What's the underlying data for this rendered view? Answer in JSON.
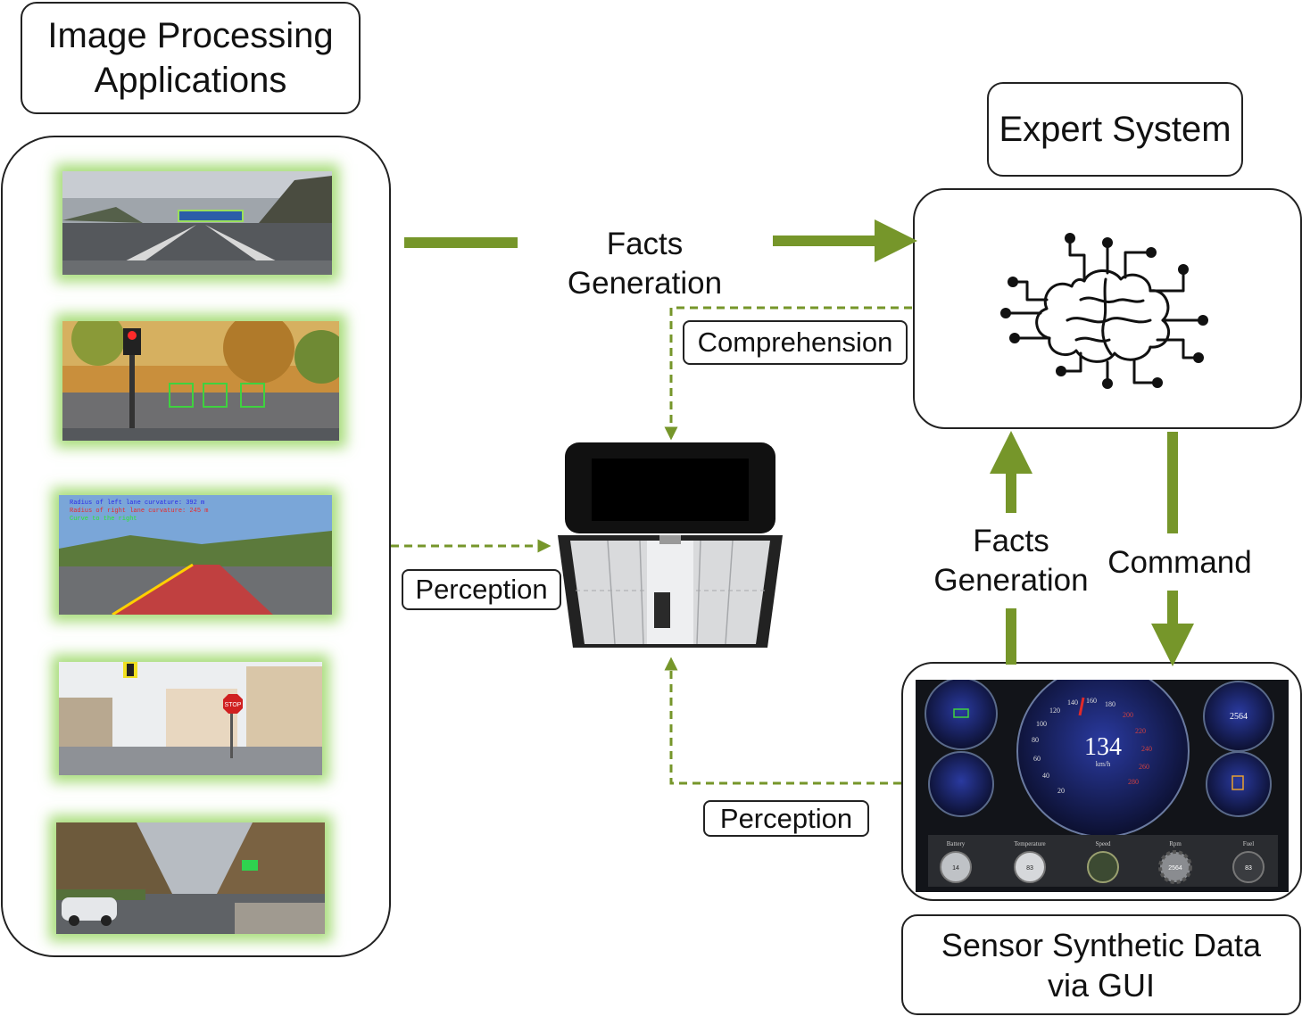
{
  "image_processing": {
    "title_line1": "Image Processing",
    "title_line2": "Applications"
  },
  "expert_system": {
    "title": "Expert System"
  },
  "sensor": {
    "title_line1": "Sensor Synthetic Data",
    "title_line2": "via GUI"
  },
  "edges": {
    "facts_generation_top": "Facts Generation",
    "comprehension": "Comprehension",
    "perception_left": "Perception",
    "perception_bottom": "Perception",
    "facts_generation_right_line1": "Facts",
    "facts_generation_right_line2": "Generation",
    "command": "Command"
  },
  "dashboard": {
    "speed_value": "134",
    "speed_unit": "km/h",
    "speed_ticks": [
      "20",
      "40",
      "60",
      "80",
      "100",
      "120",
      "140",
      "160",
      "180",
      "200",
      "220",
      "240",
      "260",
      "280"
    ],
    "rpm_value": "2564",
    "bottom_labels": [
      "Battery",
      "Temperature",
      "Speed",
      "Rpm",
      "Fuel"
    ],
    "bottom_values": [
      "14",
      "83",
      "",
      "2564",
      "83"
    ]
  },
  "scene_texts": {
    "lane_line1": "Radius of left lane curvature: 392 m",
    "lane_line2": "Radius of right lane curvature: 245 m",
    "lane_line3": "Curve to the right",
    "stop_sign": "STOP"
  },
  "colors": {
    "arrow_green": "#76962a",
    "dashed_green": "#76962a",
    "glow": "#8fd14f"
  }
}
